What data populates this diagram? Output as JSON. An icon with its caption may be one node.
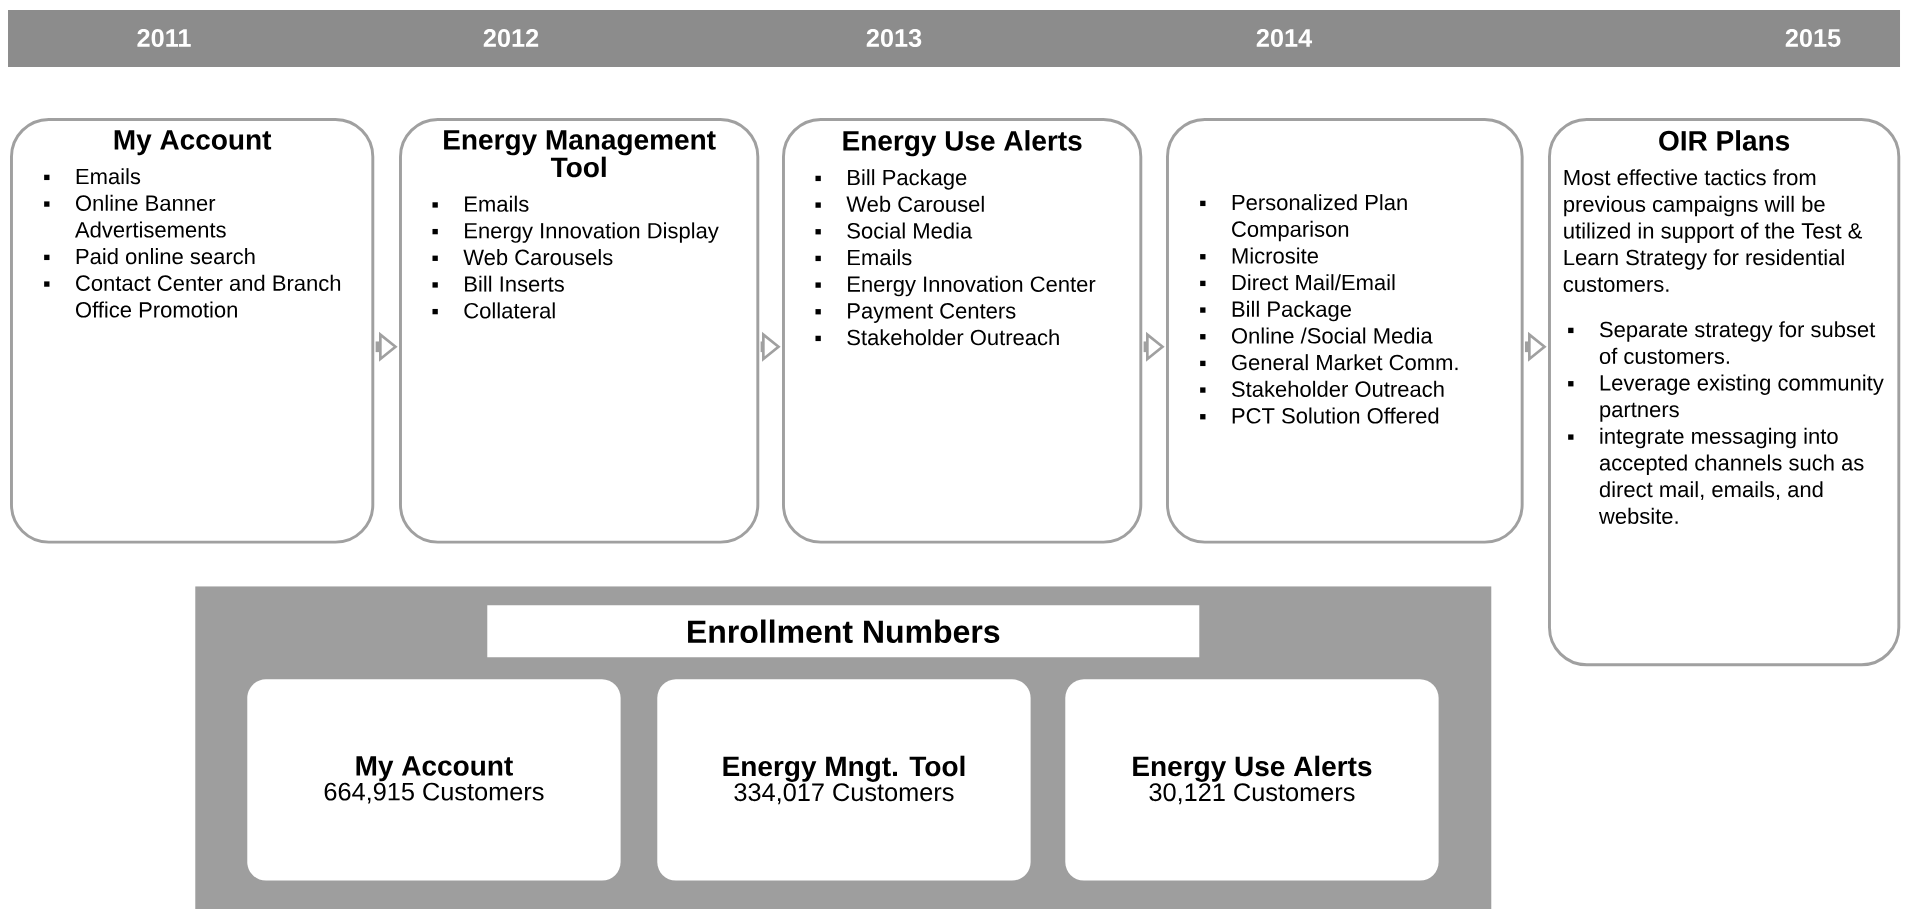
{
  "diagram": {
    "nodes": [
      {
        "text": [
          "My Account",
          "Emails",
          "Online Banner Advertisements",
          "Paid online search",
          "Contact Center and Branch Office Promotion"
        ]
      },
      {
        "text": [
          "Energy Management Tool",
          "Emails",
          "Energy Innovation Display",
          "Web Carousels",
          "Bill Inserts",
          "Collateral"
        ]
      },
      {
        "text": [
          "Energy Use Alerts",
          "Bill Package",
          "Web Carousel",
          "Social Media",
          "Emails",
          "Energy Innovation Center",
          "Payment Centers",
          "Stakeholder Outreach"
        ]
      },
      {
        "text": [
          "Personalized Plan Comparison",
          "Microsite",
          "Direct Mail/Email",
          "Bill Package",
          "Online /Social Media",
          "General Market Comm.",
          "Stakeholder Outreach",
          "PCT Solution Offered"
        ]
      },
      {
        "text": [
          "OIR Plans",
          "Most effective tactics from previous campaigns will  be utilized in support of the Test & Learn Strategy for residential customers.",
          "Separate strategy for subset of customers.",
          "Leverage existing community partners",
          "integrate messaging into accepted channels such as direct mail, emails, and website."
        ]
      },
      {
        "text": [],
        "shape": "box"
      },
      {
        "text": [
          "Enrollment Numbers"
        ],
        "in": 5
      },
      {
        "text": [
          "My Account",
          "664,915 Customers"
        ],
        "in": 5
      },
      {
        "text": [
          "Energy Mngt. Tool",
          "334,017 Customers"
        ],
        "in": 5
      },
      {
        "text": [
          "Energy Use Alerts",
          "30,121 Customers"
        ],
        "in": 5
      }
    ],
    "edges": [
      {
        "from": 0,
        "to": 1,
        "arrow": "to"
      },
      {
        "from": 1,
        "to": 2,
        "arrow": "to"
      },
      {
        "from": 2,
        "to": 3,
        "arrow": "to"
      },
      {
        "from": 3,
        "to": 4,
        "arrow": "to"
      }
    ],
    "labels": [
      "2011",
      "2012",
      "2013",
      "2014",
      "2015"
    ]
  }
}
